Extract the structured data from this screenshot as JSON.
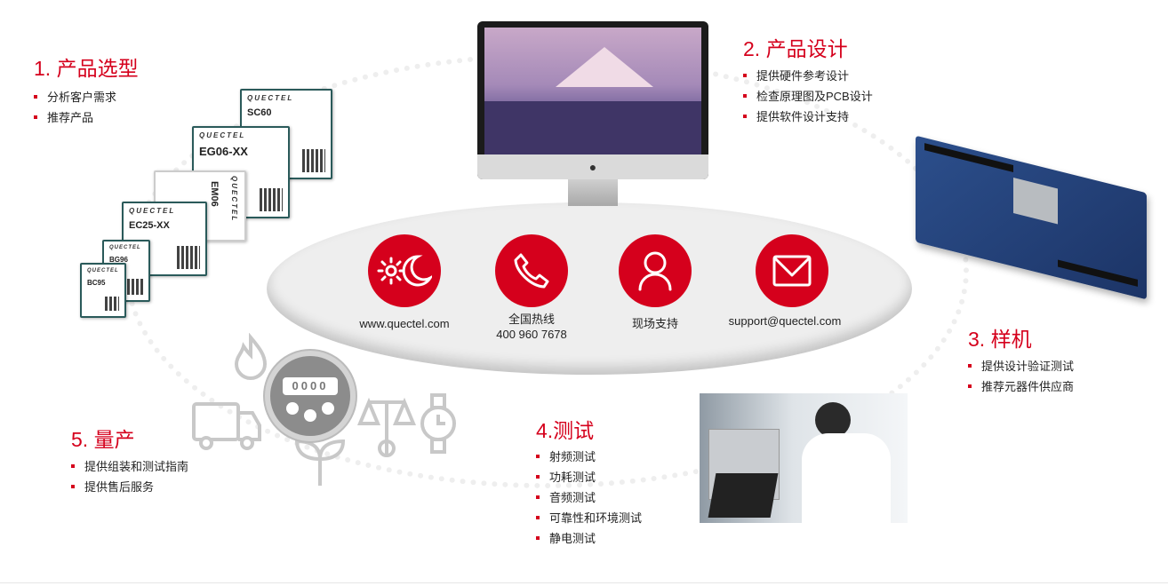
{
  "colors": {
    "accent": "#d5001c",
    "ellipse": "#eeeeee"
  },
  "step1": {
    "title": "1. 产品选型",
    "items": [
      "分析客户需求",
      "推荐产品"
    ]
  },
  "step2": {
    "title": "2. 产品设计",
    "items": [
      "提供硬件参考设计",
      "检查原理图及PCB设计",
      "提供软件设计支持"
    ]
  },
  "step3": {
    "title": "3. 样机",
    "items": [
      "提供设计验证测试",
      "推荐元器件供应商"
    ]
  },
  "step4": {
    "title": "4.测试",
    "items": [
      "射频测试",
      "功耗测试",
      "音频测试",
      "可靠性和环境测试",
      "静电测试"
    ]
  },
  "step5": {
    "title": "5. 量产",
    "items": [
      "提供组装和测试指南",
      "提供售后服务"
    ]
  },
  "contacts": [
    {
      "icon": "sun-moon-icon",
      "line1": "www.quectel.com",
      "line2": ""
    },
    {
      "icon": "phone-icon",
      "line1": "全国热线",
      "line2": "400 960 7678"
    },
    {
      "icon": "person-icon",
      "line1": "现场支持",
      "line2": ""
    },
    {
      "icon": "mail-icon",
      "line1": "support@quectel.com",
      "line2": ""
    }
  ],
  "modules": [
    {
      "logo": "QUECTEL",
      "model": "SC60"
    },
    {
      "logo": "QUECTEL",
      "model": "EG06-XX"
    },
    {
      "logo": "QUECTEL",
      "model": "EM06"
    },
    {
      "logo": "QUECTEL",
      "model": "EC25-XX"
    },
    {
      "logo": "QUECTEL",
      "model": "BG96"
    },
    {
      "logo": "QUECTEL",
      "model": "BC95"
    }
  ],
  "meter": {
    "digits": "0000"
  }
}
